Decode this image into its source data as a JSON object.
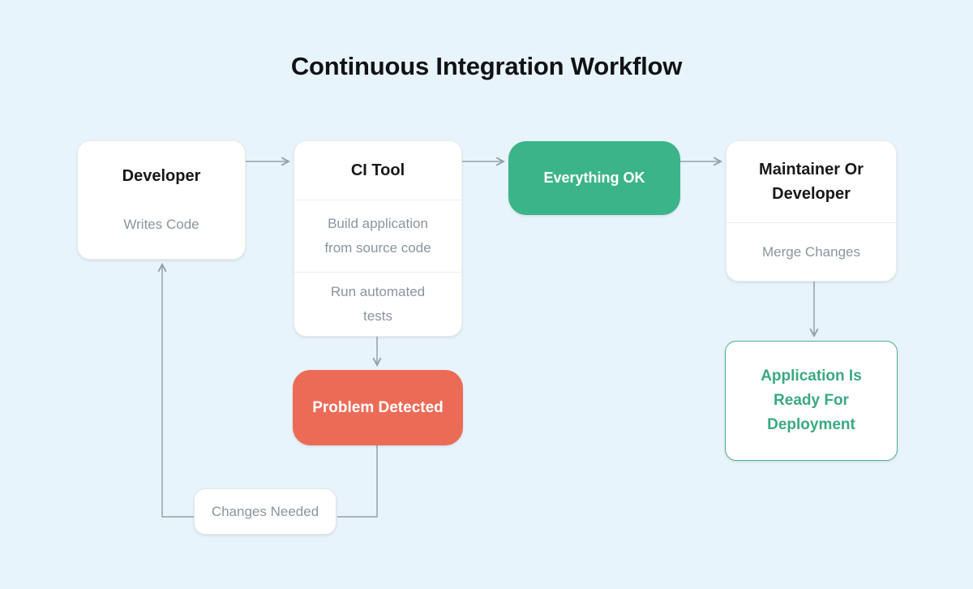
{
  "title": "Continuous Integration Workflow",
  "colors": {
    "background": "#E8F4FB",
    "success": "#3CB489",
    "danger": "#EC6B57",
    "success_text": "#3AAA80",
    "muted_text": "#8B949D",
    "dark_text": "#17181A",
    "connector": "#93A1AB"
  },
  "nodes": {
    "developer": {
      "title": "Developer",
      "subtitle": "Writes Code"
    },
    "ci_tool": {
      "title": "CI Tool",
      "steps": [
        "Build application from source code",
        "Run automated tests"
      ]
    },
    "everything_ok": {
      "label": "Everything OK"
    },
    "maintainer": {
      "title": "Maintainer Or Developer",
      "subtitle": "Merge Changes"
    },
    "problem_detected": {
      "label": "Problem Detected"
    },
    "application_ready": {
      "label": "Application Is Ready For Deployment"
    },
    "changes_needed": {
      "label": "Changes Needed"
    }
  }
}
